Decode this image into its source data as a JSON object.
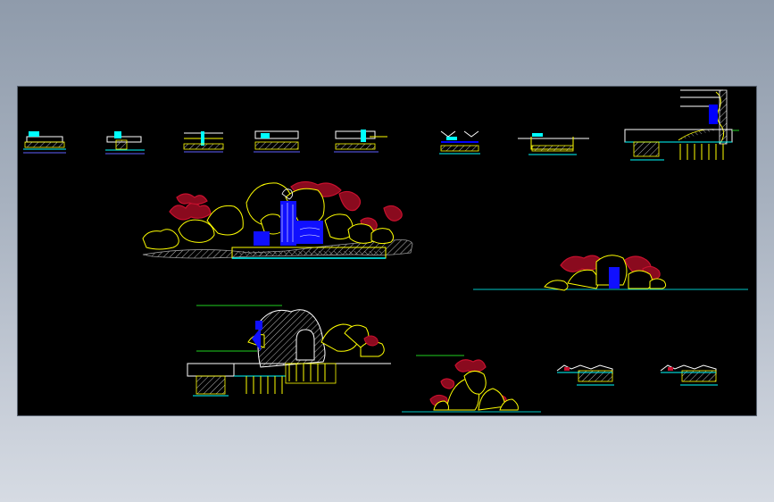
{
  "app": {
    "viewport_background": "#000000"
  },
  "palette": {
    "outline": "#ffff00",
    "foliage": "#c8102e",
    "water": "#1010ff",
    "ground_line": "#00c8c8",
    "structure": "#00ffff",
    "hatch": "#b0b0b0",
    "frame": "#ffffff",
    "green_line": "#20d020"
  },
  "sheet": {
    "section_details_count": 8,
    "elevations": [
      {
        "id": "main-rockery-waterfall",
        "kind": "rockery elevation with waterfall"
      },
      {
        "id": "small-rockery-waterfall",
        "kind": "rockery elevation with waterfall"
      },
      {
        "id": "rockery-cave-section",
        "kind": "rockery section with cave"
      },
      {
        "id": "rock-pile-elevation",
        "kind": "rock pile elevation"
      },
      {
        "id": "pond-edge-detail-1",
        "kind": "pond edge detail"
      },
      {
        "id": "pond-edge-detail-2",
        "kind": "pond edge detail"
      }
    ]
  }
}
